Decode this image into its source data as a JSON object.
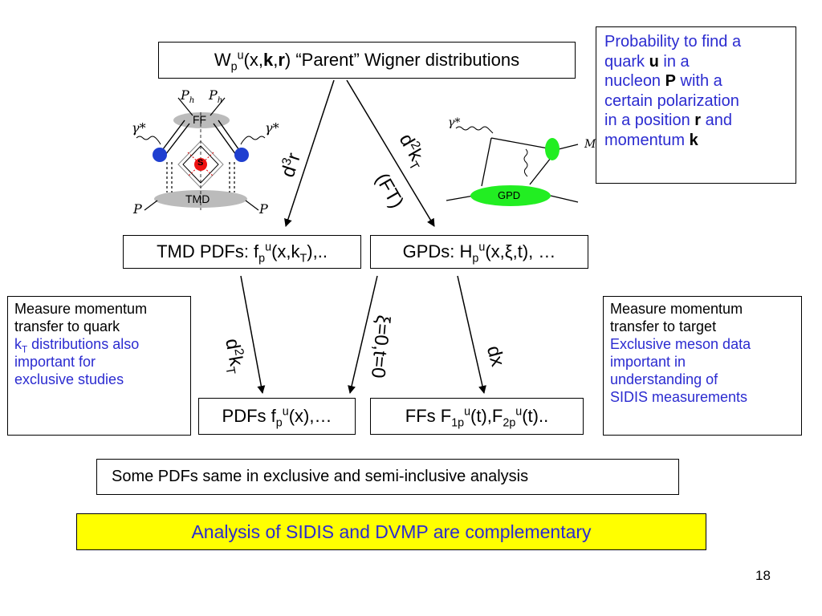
{
  "parent": {
    "w": "W",
    "p": "p",
    "u": "u",
    "paren_open": "(x,",
    "k": "k",
    "comma": ",",
    "r": "r",
    "rest": ")  “Parent” Wigner distributions"
  },
  "info_box": {
    "line1": "Probability to find a",
    "quark_pre": "quark ",
    "quark_u": "u",
    "quark_post": " in a",
    "nucleon_pre": "nucleon ",
    "nucleon_P": "P",
    "nucleon_post": " with a",
    "line4": "certain polarization",
    "pos_pre": "in a position ",
    "pos_r": "r",
    "pos_post": "  and",
    "mom_pre": "momentum ",
    "mom_k": "k"
  },
  "tmd_diagram": {
    "ph_left": "P",
    "ph_right": "P",
    "h": "h",
    "gamma_left": "γ*",
    "gamma_right": "γ*",
    "ff": "FF",
    "tmd": "TMD",
    "s": "S",
    "p_left": "P",
    "p_right": "P"
  },
  "gpd_diagram": {
    "gamma": "γ*",
    "m": "M",
    "gpd": "GPD"
  },
  "arrows": {
    "d3r_d": "d",
    "d3r_exp": "3",
    "d3r_r": "r",
    "d2kt_d": "d",
    "d2kt_exp": "2",
    "d2kt_k": "k",
    "d2kt_T": "T",
    "ft": "(FT)",
    "xi_t": "ξ=0,t=0",
    "dx": "dx",
    "d2kt2_d": "d",
    "d2kt2_exp": "2",
    "d2kt2_k": "k",
    "d2kt2_T": "T"
  },
  "tmd_pdfs": {
    "pre": "TMD PDFs: f",
    "p": "p",
    "u": "u",
    "mid": "(x,k",
    "T": "T",
    "post": "),.."
  },
  "gpds": {
    "pre": "GPDs: H",
    "p": "p",
    "u": "u",
    "post": "(x,ξ,t), …"
  },
  "pdfs": {
    "pre": "PDFs f",
    "p": "p",
    "u": "u",
    "post": "(x),…"
  },
  "ffs": {
    "pre": "FFs F",
    "s1": "1p",
    "u1": "u",
    "mid": "(t),F",
    "s2": "2p",
    "u2": "u",
    "post": "(t).."
  },
  "left_box": {
    "l1": "Measure momentum",
    "l2": "transfer to quark",
    "k": "k",
    "T": "T",
    "l3_rest": " distributions also",
    "l4": "important for",
    "l5": "exclusive studies"
  },
  "right_box": {
    "l1": "Measure momentum",
    "l2": "transfer to target",
    "l3": "Exclusive meson data",
    "l4": "important in",
    "l5": "understanding of",
    "l6": "SIDIS measurements"
  },
  "note": "Some PDFs same in exclusive and semi-inclusive analysis",
  "banner": "Analysis of SIDIS and DVMP are complementary",
  "colors": {
    "blue_text": "#2b2bd0",
    "banner_bg": "#ffff00",
    "gpd_blob": "#22ee22"
  },
  "page_number": "18"
}
